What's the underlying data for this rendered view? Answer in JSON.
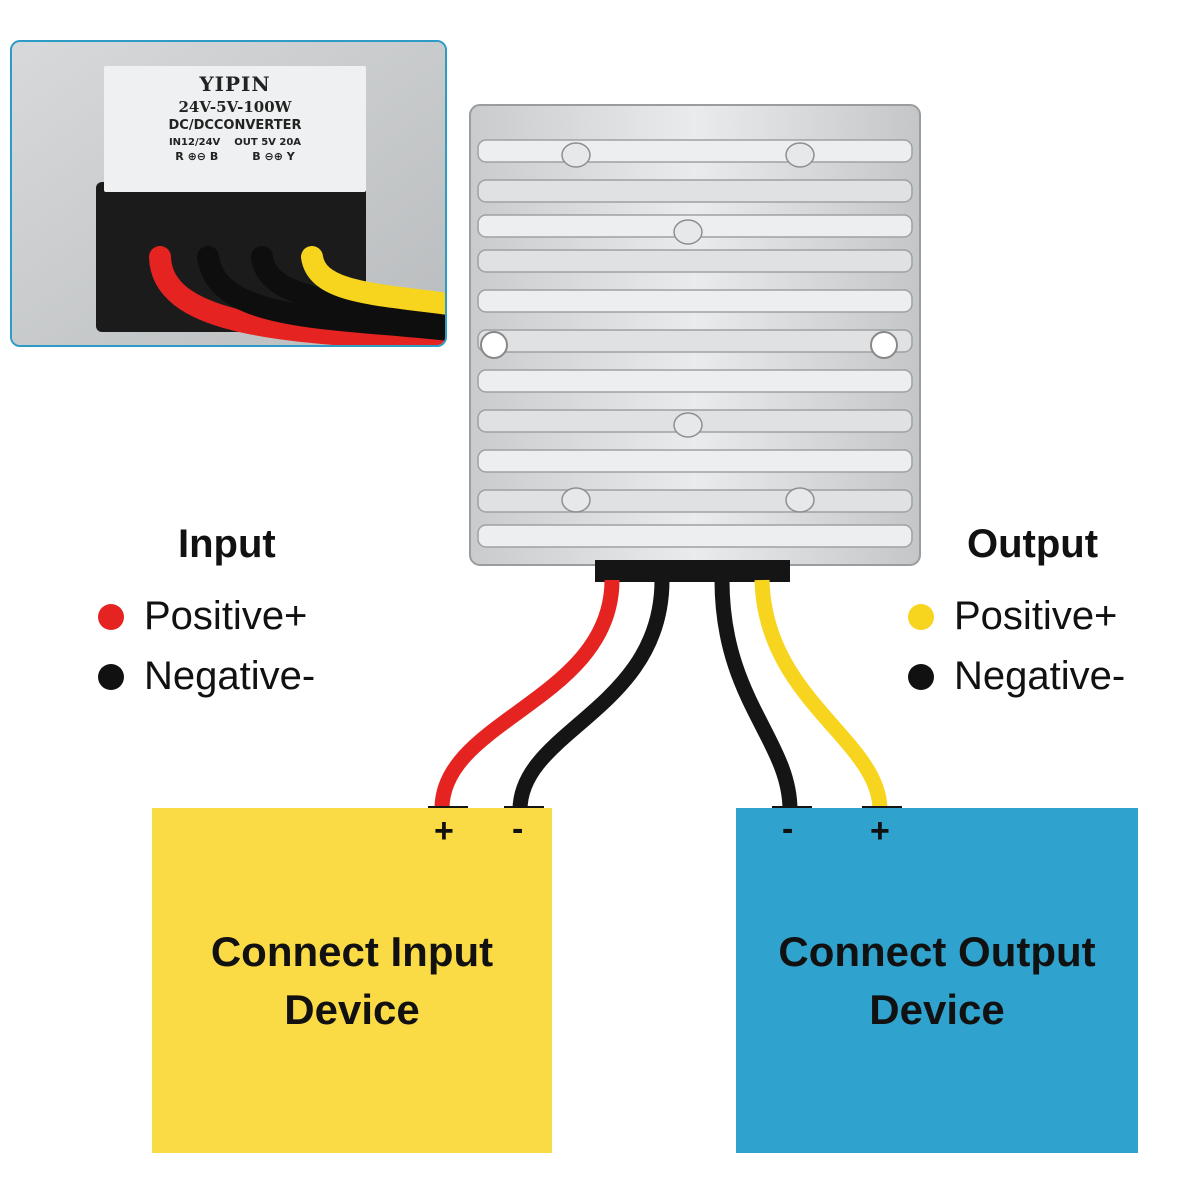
{
  "inset": {
    "brand": "YIPIN",
    "model": "24V-5V-100W",
    "type": "DC/DCCONVERTER",
    "in_spec": "IN12/24V",
    "out_spec": "OUT 5V 20A",
    "in_pos_letter": "R",
    "in_neg_letter": "B",
    "out_neg_letter": "B",
    "out_pos_letter": "Y"
  },
  "input_legend": {
    "title": "Input",
    "positive": "Positive+",
    "negative": "Negative-"
  },
  "output_legend": {
    "title": "Output",
    "positive": "Positive+",
    "negative": "Negative-"
  },
  "input_device": {
    "line1": "Connect Input",
    "line2": "Device",
    "plus": "+",
    "minus": "-",
    "color": "#fbdb45"
  },
  "output_device": {
    "line1": "Connect Output",
    "line2": "Device",
    "plus": "+",
    "minus": "-",
    "color": "#2fa2cd"
  },
  "colors": {
    "red_wire": "#e52421",
    "black_wire": "#151515",
    "yellow_wire": "#f7d51e",
    "inset_border": "#2c9cc6"
  }
}
